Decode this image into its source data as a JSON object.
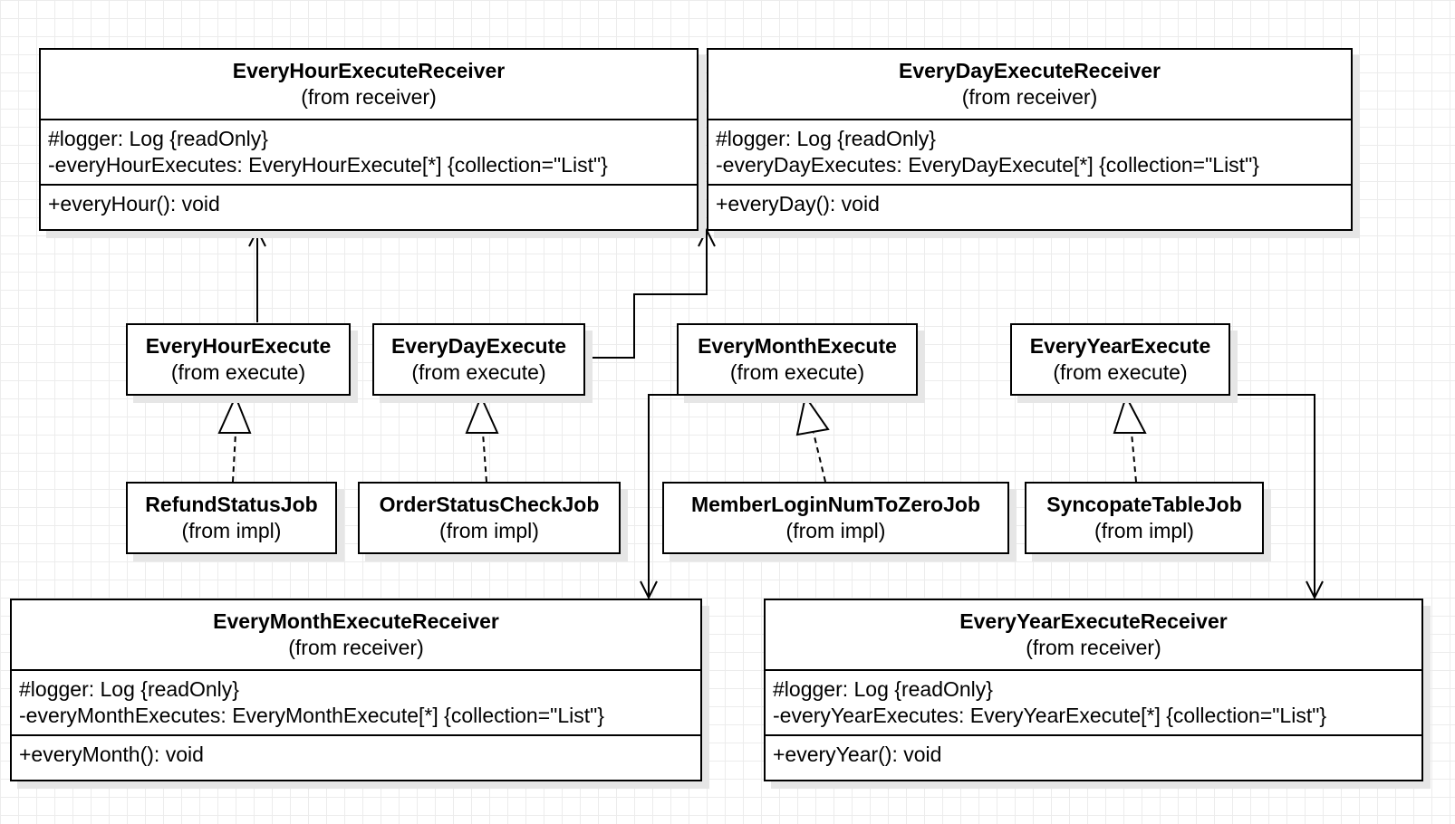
{
  "receivers": {
    "hour": {
      "name": "EveryHourExecuteReceiver",
      "package": "(from receiver)",
      "attributes": [
        "#logger: Log {readOnly}",
        "-everyHourExecutes: EveryHourExecute[*] {collection=\"List\"}"
      ],
      "operations": [
        "+everyHour(): void"
      ]
    },
    "day": {
      "name": "EveryDayExecuteReceiver",
      "package": "(from receiver)",
      "attributes": [
        "#logger: Log {readOnly}",
        "-everyDayExecutes: EveryDayExecute[*] {collection=\"List\"}"
      ],
      "operations": [
        "+everyDay(): void"
      ]
    },
    "month": {
      "name": "EveryMonthExecuteReceiver",
      "package": "(from receiver)",
      "attributes": [
        "#logger: Log {readOnly}",
        "-everyMonthExecutes: EveryMonthExecute[*] {collection=\"List\"}"
      ],
      "operations": [
        "+everyMonth(): void"
      ]
    },
    "year": {
      "name": "EveryYearExecuteReceiver",
      "package": "(from receiver)",
      "attributes": [
        "#logger: Log {readOnly}",
        "-everyYearExecutes: EveryYearExecute[*] {collection=\"List\"}"
      ],
      "operations": [
        "+everyYear(): void"
      ]
    }
  },
  "interfaces": {
    "hour": {
      "name": "EveryHourExecute",
      "package": "(from execute)"
    },
    "day": {
      "name": "EveryDayExecute",
      "package": "(from execute)"
    },
    "month": {
      "name": "EveryMonthExecute",
      "package": "(from execute)"
    },
    "year": {
      "name": "EveryYearExecute",
      "package": "(from execute)"
    }
  },
  "jobs": {
    "refund": {
      "name": "RefundStatusJob",
      "package": "(from impl)"
    },
    "order": {
      "name": "OrderStatusCheckJob",
      "package": "(from impl)"
    },
    "member": {
      "name": "MemberLoginNumToZeroJob",
      "package": "(from impl)"
    },
    "syncopate": {
      "name": "SyncopateTableJob",
      "package": "(from impl)"
    }
  },
  "relations": [
    {
      "type": "association",
      "from": "EveryHourExecute",
      "to": "EveryHourExecuteReceiver"
    },
    {
      "type": "association",
      "from": "EveryDayExecute",
      "to": "EveryDayExecuteReceiver"
    },
    {
      "type": "association",
      "from": "EveryMonthExecute",
      "to": "EveryMonthExecuteReceiver"
    },
    {
      "type": "association",
      "from": "EveryYearExecute",
      "to": "EveryYearExecuteReceiver"
    },
    {
      "type": "realization",
      "from": "RefundStatusJob",
      "to": "EveryHourExecute"
    },
    {
      "type": "realization",
      "from": "OrderStatusCheckJob",
      "to": "EveryDayExecute"
    },
    {
      "type": "realization",
      "from": "MemberLoginNumToZeroJob",
      "to": "EveryMonthExecute"
    },
    {
      "type": "realization",
      "from": "SyncopateTableJob",
      "to": "EveryYearExecute"
    }
  ]
}
